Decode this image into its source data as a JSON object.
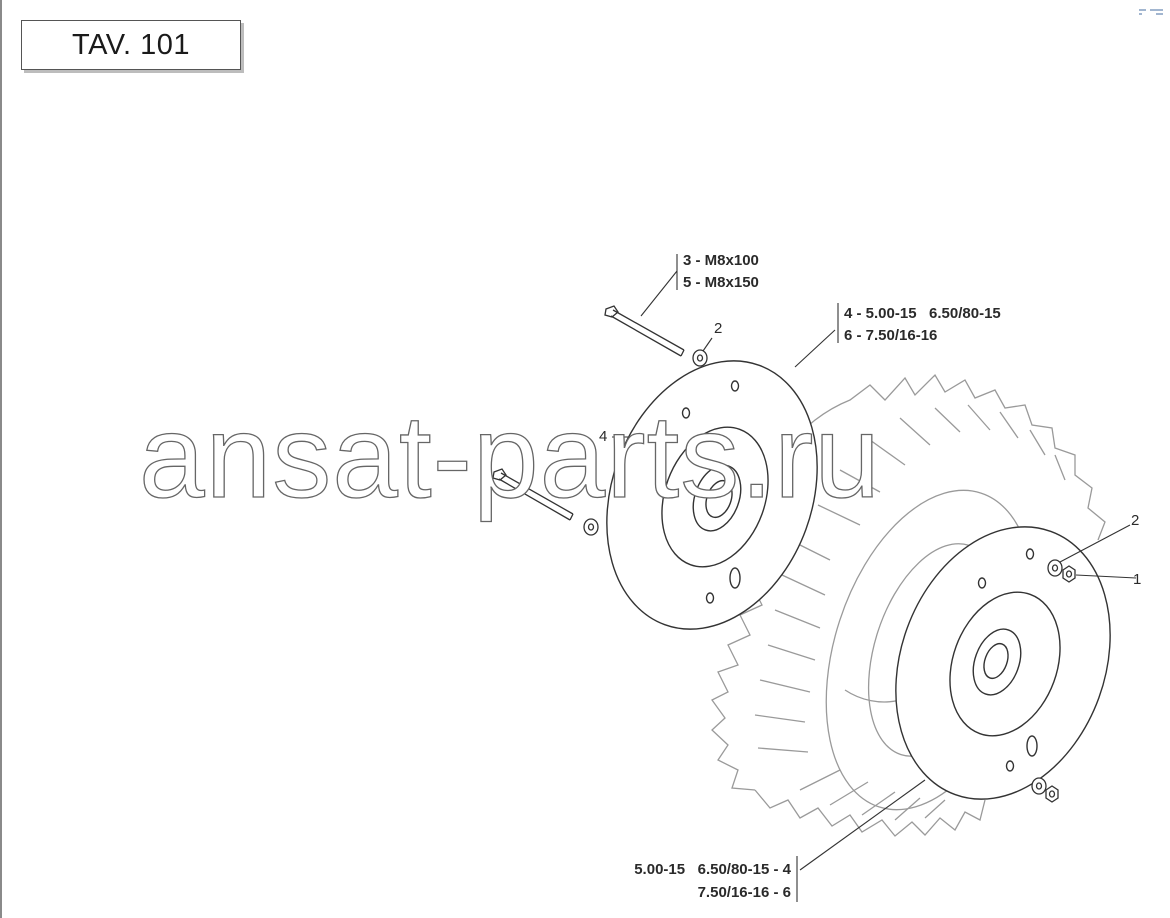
{
  "title": "TAV. 101",
  "watermark": "ansat-parts.ru",
  "callouts": {
    "bolt_top_line1": "3 - M8x100",
    "bolt_top_line2": "5 - M8x150",
    "disc_line1": "4 - 5.00-15   6.50/80-15",
    "disc_line2": "6 - 7.50/16-16",
    "bottom_line1": "5.00-15   6.50/80-15 - 4",
    "bottom_line2": "7.50/16-16 - 6"
  },
  "part_numbers": {
    "washer_top": "2",
    "disc_left": "4",
    "washer_right": "2",
    "nut_right": "1"
  },
  "colors": {
    "line": "#333333",
    "tyre": "#9a9a9a",
    "frame": "#8a8a8a"
  }
}
